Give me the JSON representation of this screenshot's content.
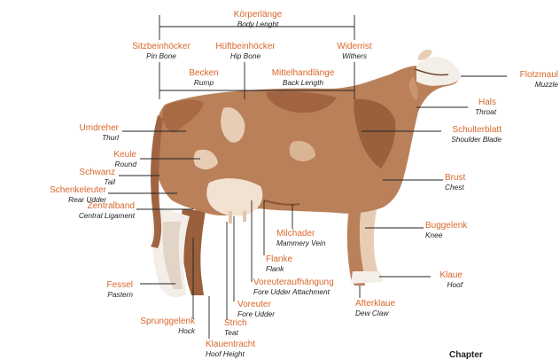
{
  "labels": {
    "body_length": {
      "de": "Körperlänge",
      "en": "Body Lenght"
    },
    "pin_bone": {
      "de": "Sitzbeinhöcker",
      "en": "Pin Bone"
    },
    "hip_bone": {
      "de": "Hüftbeinhöcker",
      "en": "Hip Bone"
    },
    "withers": {
      "de": "Widerrist",
      "en": "Withers"
    },
    "rump": {
      "de": "Becken",
      "en": "Rump"
    },
    "back_length": {
      "de": "Mittelhandlänge",
      "en": "Back Length"
    },
    "muzzle": {
      "de": "Flotzmaul",
      "en": "Muzzle"
    },
    "throat": {
      "de": "Hals",
      "en": "Throat"
    },
    "shoulder_blade": {
      "de": "Schulterblatt",
      "en": "Shoulder Blade"
    },
    "thurl": {
      "de": "Umdreher",
      "en": "Thurl"
    },
    "round": {
      "de": "Keule",
      "en": "Round"
    },
    "tail": {
      "de": "Schwanz",
      "en": "Tail"
    },
    "rear_udder": {
      "de": "Schenkeleuter",
      "en": "Rear Udder"
    },
    "central_ligament": {
      "de": "Zentralband",
      "en": "Central Ligament"
    },
    "chest": {
      "de": "Brust",
      "en": "Chest"
    },
    "mammary_vein": {
      "de": "Milchader",
      "en": "Mammery Vein"
    },
    "knee": {
      "de": "Buggelenk",
      "en": "Knee"
    },
    "flank": {
      "de": "Flanke",
      "en": "Flank"
    },
    "fore_udder_attachment": {
      "de": "Voreuteraufhängung",
      "en": "Fore Udder Attachment"
    },
    "hoof": {
      "de": "Klaue",
      "en": "Hoof"
    },
    "pastern": {
      "de": "Fessel",
      "en": "Pastern"
    },
    "fore_udder": {
      "de": "Voreuter",
      "en": "Fore Udder"
    },
    "dew_claw": {
      "de": "Afterklaue",
      "en": "Dew Claw"
    },
    "teat": {
      "de": "Strich",
      "en": "Teat"
    },
    "hock": {
      "de": "Sprunggelenk",
      "en": "Hock"
    },
    "hoof_height": {
      "de": "Klauentracht",
      "en": "Hoof Height"
    }
  },
  "colors": {
    "label_de": "#d9672a",
    "label_en": "#222222",
    "coat_main": "#b9805a",
    "coat_dark": "#9a5f3c",
    "coat_light": "#e7cdb4",
    "white": "#f4eee8"
  },
  "corner_text": "Chapter"
}
